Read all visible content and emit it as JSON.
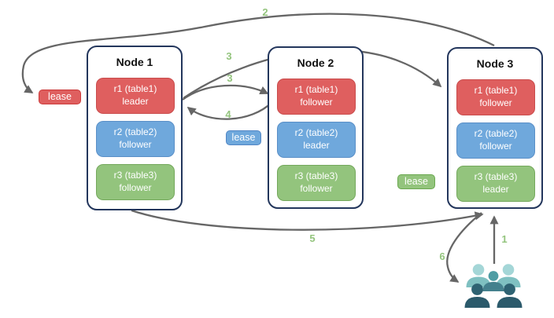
{
  "diagram": {
    "nodes": [
      {
        "title": "Node 1",
        "replicas": [
          {
            "label": "r1 (table1)",
            "role": "leader"
          },
          {
            "label": "r2 (table2)",
            "role": "follower"
          },
          {
            "label": "r3 (table3)",
            "role": "follower"
          }
        ]
      },
      {
        "title": "Node 2",
        "replicas": [
          {
            "label": "r1 (table1)",
            "role": "follower"
          },
          {
            "label": "r2 (table2)",
            "role": "leader"
          },
          {
            "label": "r3 (table3)",
            "role": "follower"
          }
        ]
      },
      {
        "title": "Node 3",
        "replicas": [
          {
            "label": "r1 (table1)",
            "role": "follower"
          },
          {
            "label": "r2 (table2)",
            "role": "follower"
          },
          {
            "label": "r3 (table3)",
            "role": "leader"
          }
        ]
      }
    ],
    "leases": {
      "table1": "lease",
      "table2": "lease",
      "table3": "lease"
    },
    "steps": [
      "1",
      "2",
      "3",
      "3",
      "4",
      "5",
      "6"
    ],
    "colors": {
      "table1_fill": "#df5f5f",
      "table2_fill": "#6fa8dc",
      "table3_fill": "#93c47d",
      "node_border": "#23365c",
      "arrow": "#666666",
      "step_label": "#93c47d",
      "clients_light": "#a4d6d7",
      "clients_mid": "#4f9da4",
      "clients_dark": "#2b5a6b"
    },
    "icons": {
      "clients": "users-icon"
    }
  }
}
